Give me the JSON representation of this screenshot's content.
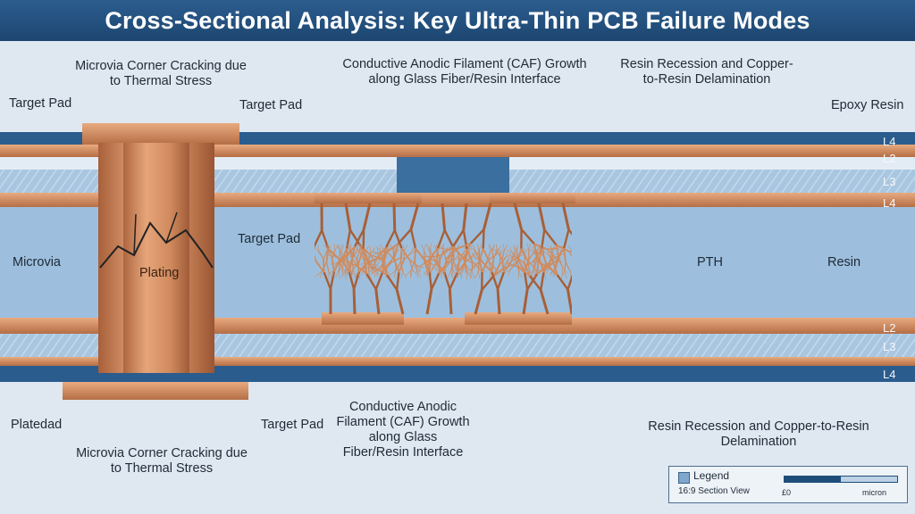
{
  "title": "Cross-Sectional Analysis: Key Ultra-Thin PCB Failure Modes",
  "labels": {
    "microvia_crack_top": "Microvia Corner Cracking due to Thermal Stress",
    "target_pad_top_left": "Target Pad",
    "target_pad_top_mid": "Target Pad",
    "target_pad_mid": "Target Pad",
    "target_pad_bottom": "Target Pad",
    "microvia": "Microvia",
    "plating": "Plating",
    "platedad": "Platedad",
    "microvia_crack_bottom": "Microvia Corner Cracking due to Thermal Stress",
    "caf_top": "Conductive Anodic Filament (CAF) Growth along Glass Fiber/Resin Interface",
    "caf_bottom": "Conductive Anodic Filament (CAF) Growth along Glass Fiber/Resin Interface",
    "resin_recession_top": "Resin Recession and Copper-to-Resin Delamination",
    "resin_recession_bottom": "Resin Recession and Copper-to-Resin Delamination",
    "epoxy_resin": "Epoxy Resin",
    "pth": "PTH",
    "resin": "Resin"
  },
  "layers": {
    "top": [
      "L4",
      "L2",
      "L3",
      "L4"
    ],
    "bottom": [
      "L2",
      "L3",
      "L4"
    ]
  },
  "ions": [
    "Cu",
    "Cu",
    "Cu",
    "Cu",
    "Cu",
    "Cu",
    "Cu",
    "Cu"
  ],
  "legend": {
    "title": "Legend",
    "subtitle": "16:9 Section View",
    "scale_start": "£0",
    "scale_unit": "micron"
  },
  "colors": {
    "header": "#1d4670",
    "copper": "#cf8a5e",
    "laminate": "#9ebfdc",
    "navy": "#2a5c8e"
  }
}
